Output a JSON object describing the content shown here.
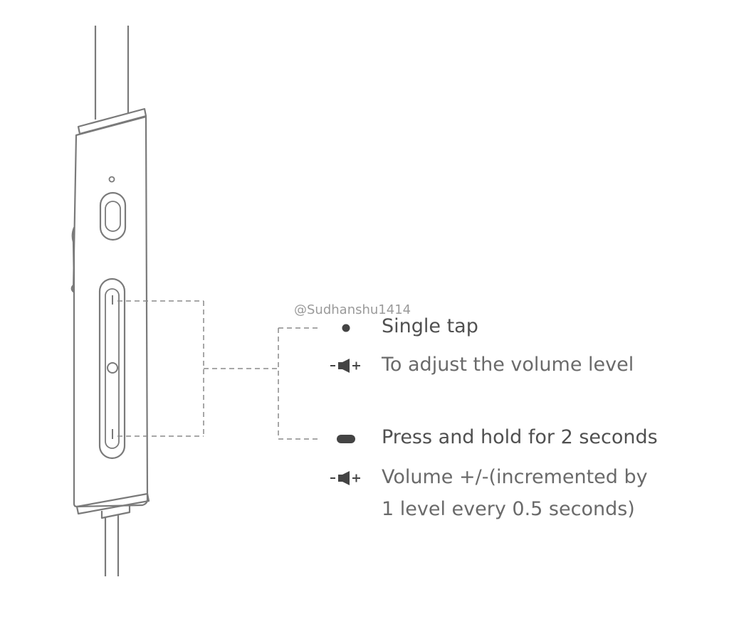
{
  "watermark": "@Sudhanshu1414",
  "colors": {
    "line": "#7a7a7a",
    "dashed": "#8a8a8a",
    "text": "#555555",
    "icon": "#444444"
  },
  "actions": [
    {
      "gesture_icon": "dot-icon",
      "title": "Single tap",
      "result_icon": "volume-icon",
      "result": "To adjust the volume level"
    },
    {
      "gesture_icon": "pill-icon",
      "title": "Press and hold for 2 seconds",
      "result_icon": "volume-icon",
      "result_lines": [
        "Volume +/-(incremented by",
        "1 level every 0.5 seconds)"
      ]
    }
  ]
}
